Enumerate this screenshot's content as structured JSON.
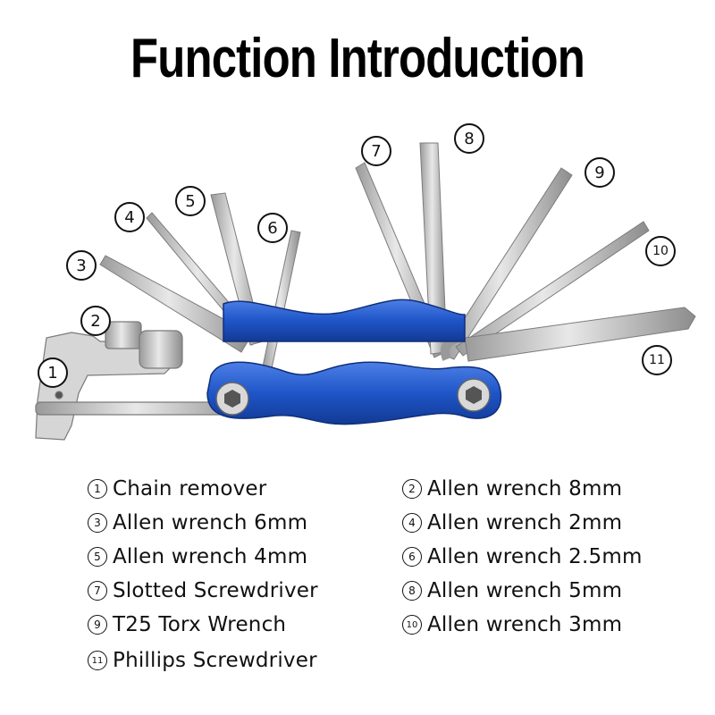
{
  "title": "Function Introduction",
  "callouts": [
    {
      "n": "1",
      "name": "Chain remover"
    },
    {
      "n": "2",
      "name": "Allen wrench 8mm"
    },
    {
      "n": "3",
      "name": "Allen wrench 6mm"
    },
    {
      "n": "4",
      "name": "Allen wrench 2mm"
    },
    {
      "n": "5",
      "name": "Allen wrench 4mm"
    },
    {
      "n": "6",
      "name": "Allen wrench 2.5mm"
    },
    {
      "n": "7",
      "name": "Slotted Screwdriver"
    },
    {
      "n": "8",
      "name": "Allen wrench 5mm"
    },
    {
      "n": "9",
      "name": "T25 Torx Wrench"
    },
    {
      "n": "10",
      "name": "Allen wrench 3mm"
    },
    {
      "n": "11",
      "name": "Phillips Screwdriver"
    }
  ],
  "legend": {
    "left": [
      {
        "n": "1",
        "text": "Chain remover"
      },
      {
        "n": "3",
        "text": "Allen wrench 6mm"
      },
      {
        "n": "5",
        "text": "Allen wrench 4mm"
      },
      {
        "n": "7",
        "text": "Slotted Screwdriver"
      },
      {
        "n": "9",
        "text": "T25 Torx Wrench"
      },
      {
        "n": "11",
        "text": "Phillips Screwdriver"
      }
    ],
    "right": [
      {
        "n": "2",
        "text": "Allen wrench 8mm"
      },
      {
        "n": "4",
        "text": "Allen wrench 2mm"
      },
      {
        "n": "6",
        "text": "Allen wrench 2.5mm"
      },
      {
        "n": "8",
        "text": "Allen wrench 5mm"
      },
      {
        "n": "10",
        "text": "Allen wrench 3mm"
      }
    ]
  },
  "colors": {
    "body_blue": "#1f55c8",
    "steel": "#c9c9c9",
    "steel_dark": "#8a8a8a"
  }
}
